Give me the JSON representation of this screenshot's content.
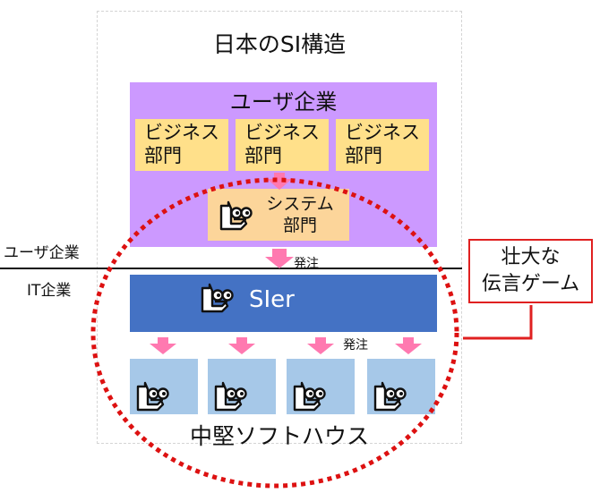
{
  "title": "日本のSI構造",
  "user_company": {
    "title": "ユーザ企業",
    "business_units": [
      {
        "line1": "ビジネス",
        "line2": "部門"
      },
      {
        "line1": "ビジネス",
        "line2": "部門"
      },
      {
        "line1": "ビジネス",
        "line2": "部門"
      }
    ],
    "system_dept": {
      "line1": "システム",
      "line2": "部門"
    }
  },
  "side_labels": {
    "upper": "ユーザ企業",
    "lower": "IT企業"
  },
  "order_label_1": "発注",
  "order_label_2": "発注",
  "sier": {
    "label": "SIer"
  },
  "subcontractors": {
    "title": "中堅ソフトハウス",
    "count": 4
  },
  "callout": {
    "line1": "壮大な",
    "line2": "伝言ゲーム"
  },
  "colors": {
    "user_box": "#cc99ff",
    "business_unit": "#ffe08a",
    "system_dept": "#fcd59a",
    "sier": "#4472c4",
    "subcontractor": "#a6c8e8",
    "arrow": "#ff79b0",
    "dotted_circle": "#dd1111",
    "callout_border": "#e02020"
  }
}
